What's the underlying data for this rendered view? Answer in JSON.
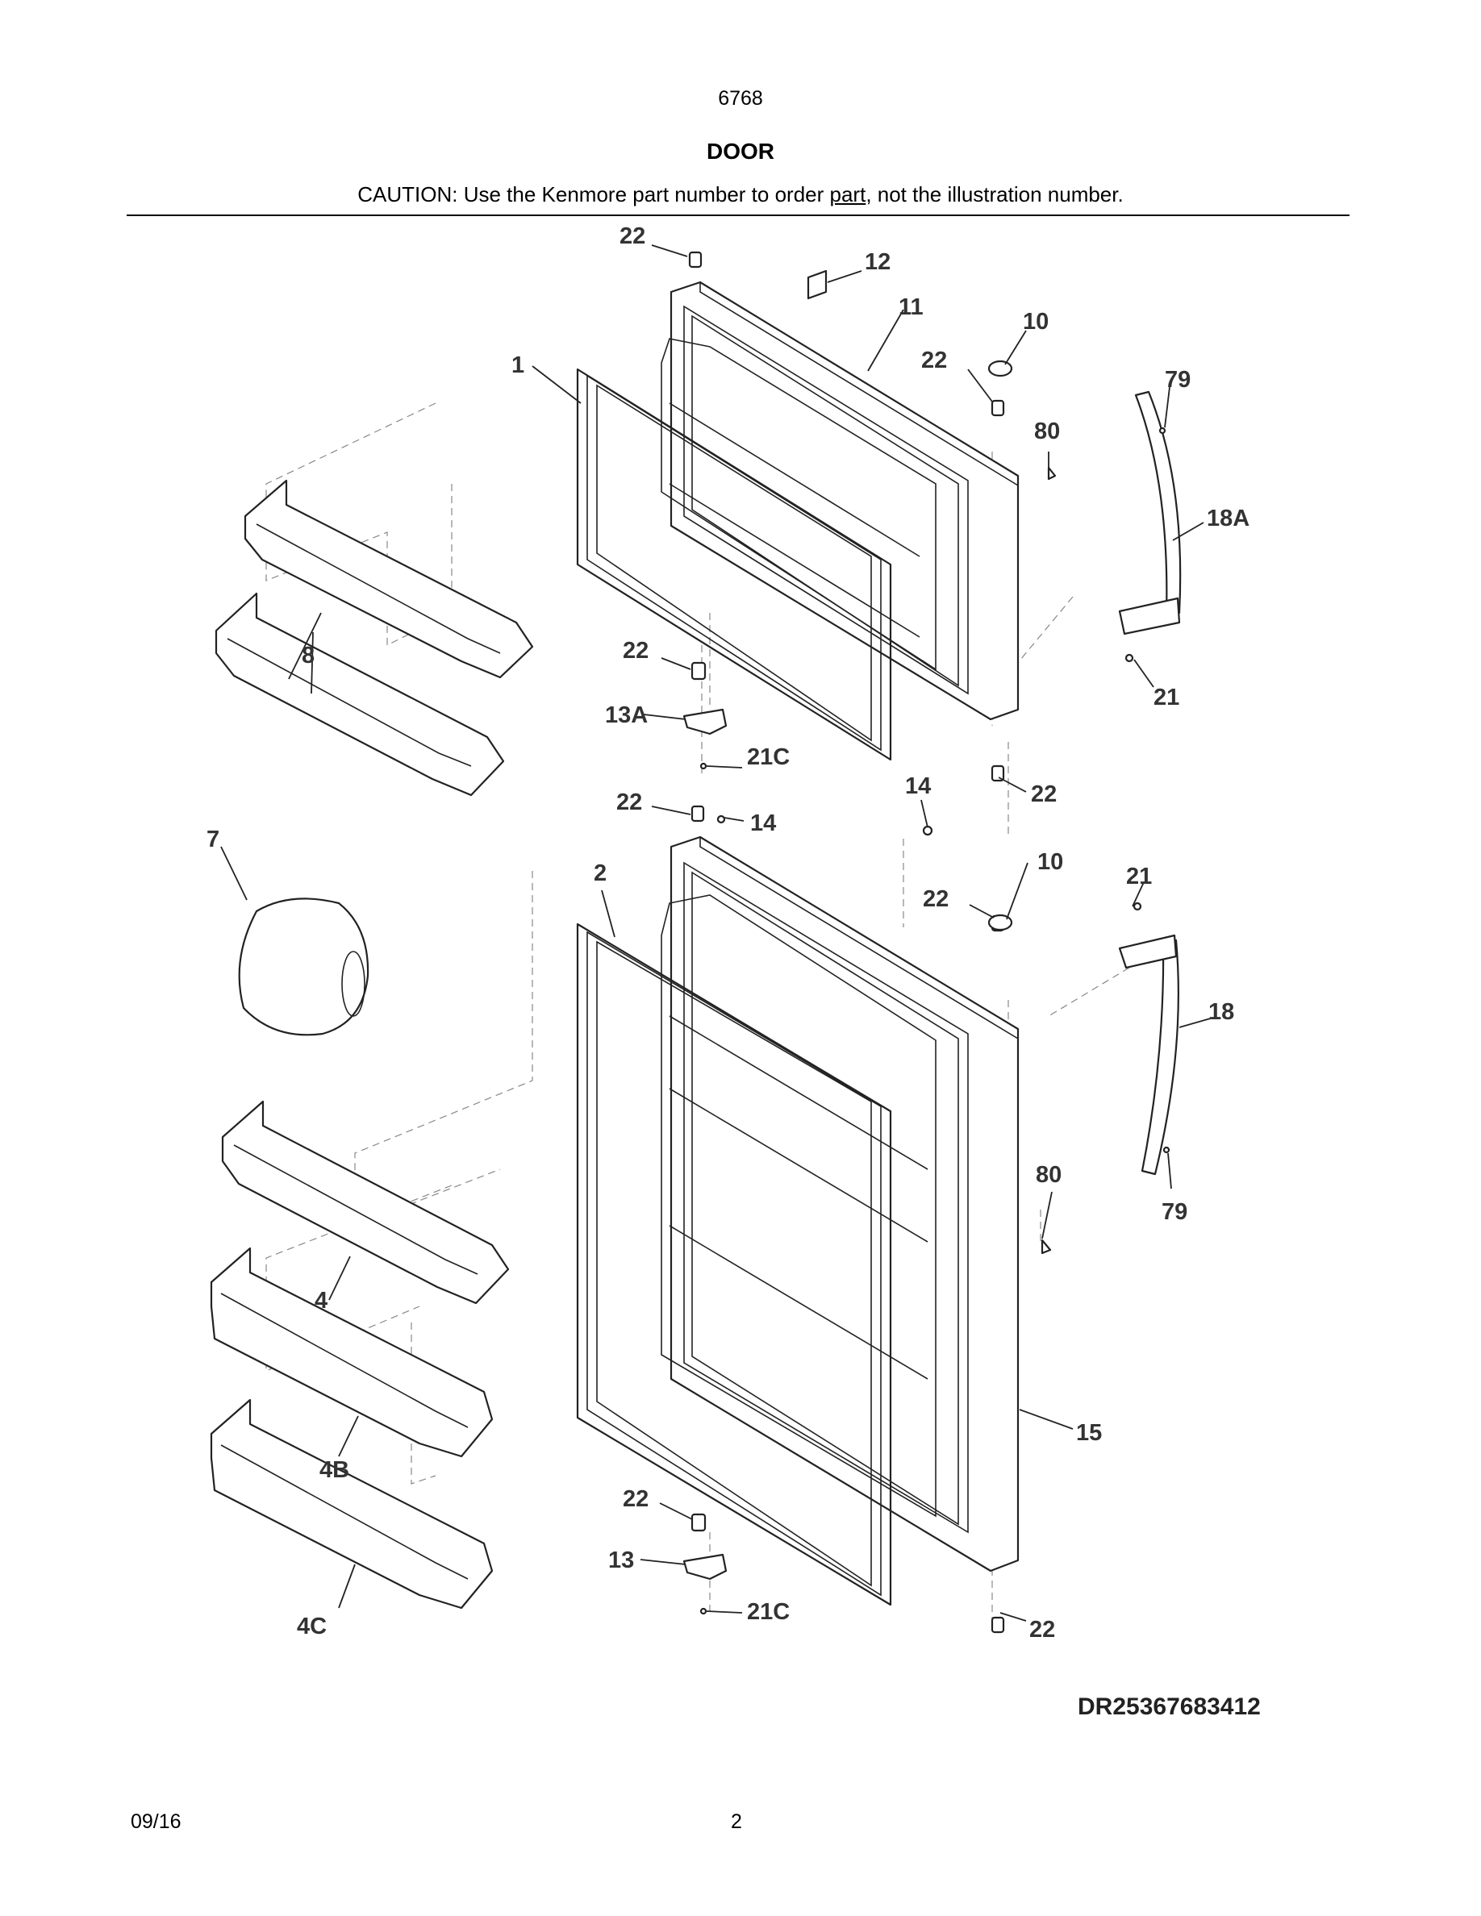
{
  "header": {
    "model": "6768",
    "title": "DOOR",
    "caution_before": "CAUTION: Use the Kenmore part number to order ",
    "caution_link": "part",
    "caution_after": ", not the illustration number."
  },
  "footer": {
    "doc_id": "DR25367683412",
    "date": "09/16",
    "page": "2"
  },
  "callouts": {
    "c22a": "22",
    "c12": "12",
    "c11": "11",
    "c10a": "10",
    "c22b": "22",
    "c79a": "79",
    "c80a": "80",
    "c1": "1",
    "c18a": "18A",
    "c8": "8",
    "c22c": "22",
    "c21a": "21",
    "c13a": "13A",
    "c21ca": "21C",
    "c14a": "14",
    "c22d": "22",
    "c22e": "22",
    "c14b": "14",
    "c7": "7",
    "c2": "2",
    "c10b": "10",
    "c21b": "21",
    "c22f": "22",
    "c18": "18",
    "c80b": "80",
    "c79b": "79",
    "c4": "4",
    "c15": "15",
    "c4b": "4B",
    "c22g": "22",
    "c13": "13",
    "c21cb": "21C",
    "c4c": "4C",
    "c22h": "22"
  }
}
